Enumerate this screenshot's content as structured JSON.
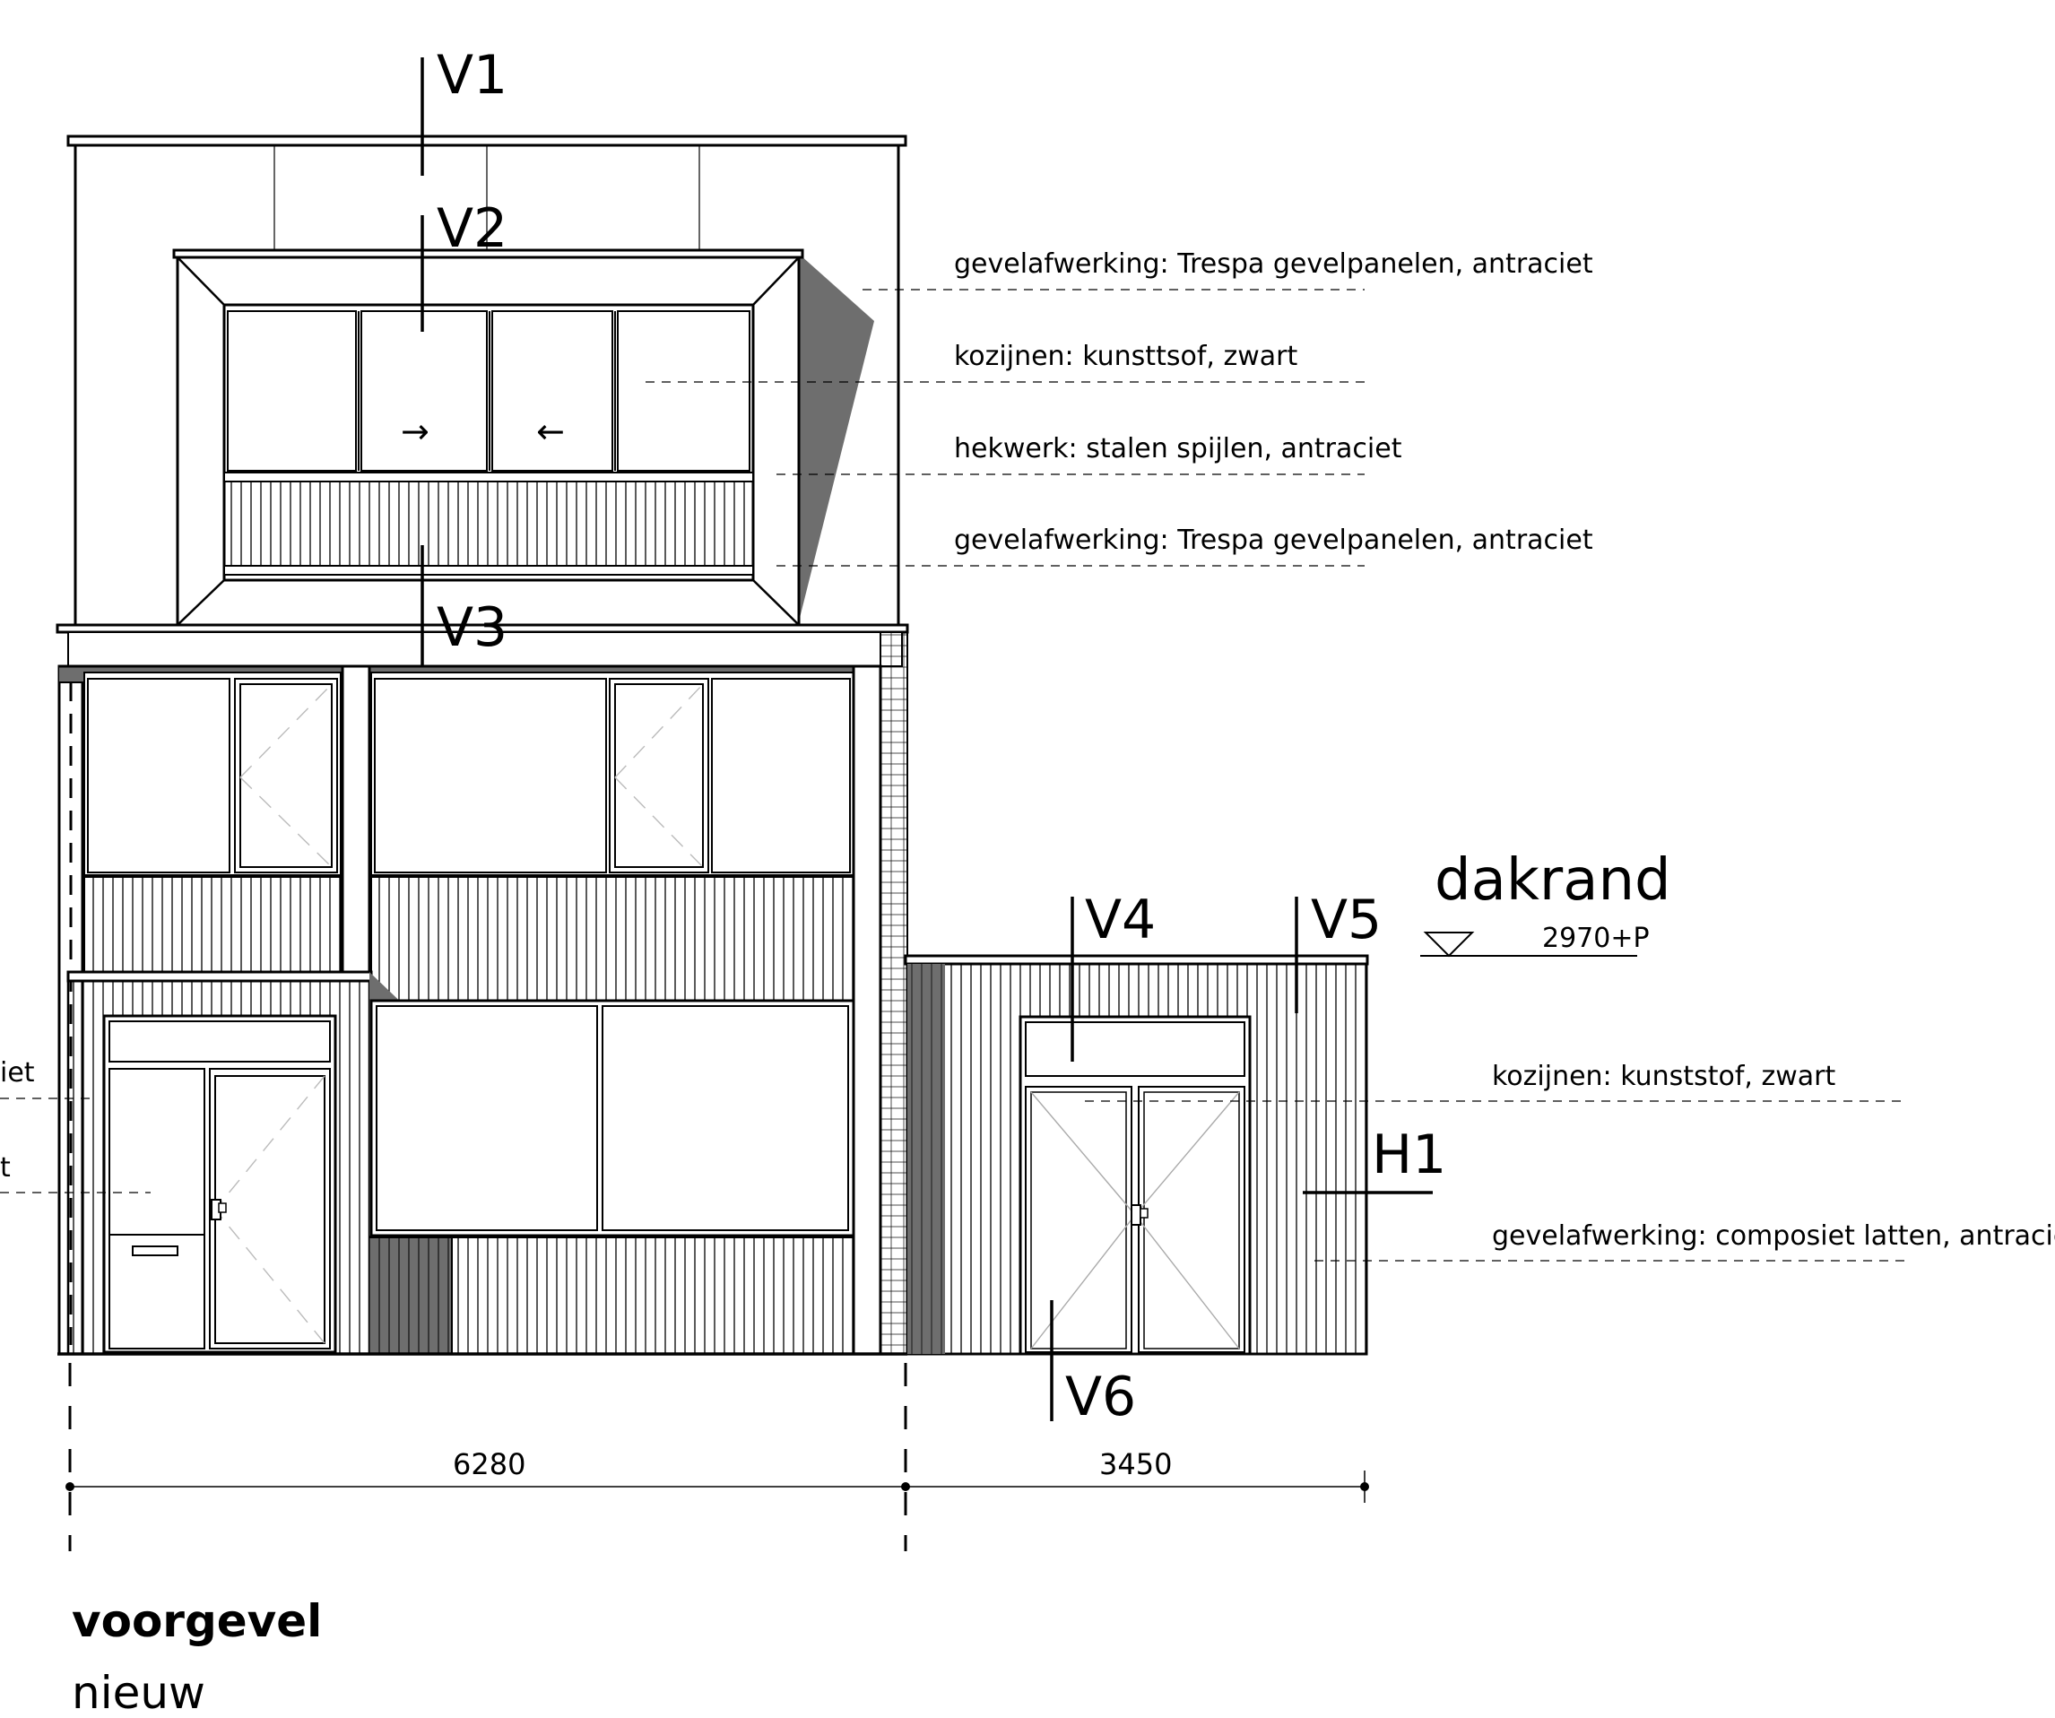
{
  "drawing": {
    "title": "voorgevel",
    "subtitle": "nieuw",
    "section_markers": [
      "V1",
      "V2",
      "V3",
      "V4",
      "V5",
      "V6",
      "H1"
    ],
    "level": {
      "label": "dakrand",
      "value": "2970+P"
    },
    "annotations": {
      "facade_top": "gevelafwerking: Trespa gevelpanelen, antraciet",
      "frames_top": "kozijnen: kunsttsof, zwart",
      "railing": "hekwerk: stalen spijlen, antraciet",
      "facade_mid": "gevelafwerking: Trespa gevelpanelen, antraciet",
      "frames_annex": "kozijnen: kunststof, zwart",
      "facade_annex": "gevelafwerking: composiet latten, antraciet",
      "cut_left_1": "iet",
      "cut_left_2": "t"
    },
    "dimensions": {
      "main_width": "6280",
      "annex_width": "3450"
    },
    "slider_arrows": {
      "right": "→",
      "left": "←"
    },
    "colors": {
      "line": "#000000",
      "shadow": "#6e6e6e",
      "background": "#ffffff"
    }
  }
}
